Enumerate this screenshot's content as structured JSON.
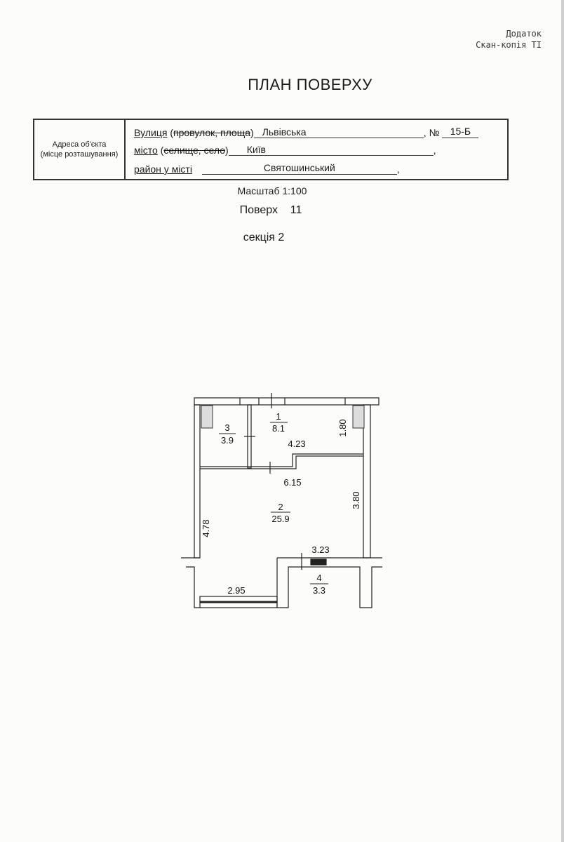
{
  "appendix": {
    "line1": "Додаток",
    "line2": "Скан-копія ТІ"
  },
  "title": "ПЛАН ПОВЕРХУ",
  "address": {
    "label_line1": "Адреса об'єкта",
    "label_line2": "(місце розташування)",
    "street_label": "Вулиця",
    "street_struck": "провулок, площа",
    "street_value": "Львівська",
    "number_label": "№",
    "number_value": "15-Б",
    "city_label": "місто",
    "city_struck": "селище, село",
    "city_value": "Київ",
    "district_label": "район у місті",
    "district_value": "Святошинський"
  },
  "scale": "Масштаб 1:100",
  "floor_label": "Поверх",
  "floor_value": "11",
  "section": "секція 2",
  "plan": {
    "rooms": [
      {
        "number": "1",
        "area": "8.1"
      },
      {
        "number": "2",
        "area": "25.9"
      },
      {
        "number": "3",
        "area": "3.9"
      },
      {
        "number": "4",
        "area": "3.3"
      }
    ],
    "dimensions": {
      "d1": "4.23",
      "d2": "1.80",
      "d3": "6.15",
      "d4": "3.80",
      "d5": "4.78",
      "d6": "3.23",
      "d7": "2.95"
    }
  }
}
